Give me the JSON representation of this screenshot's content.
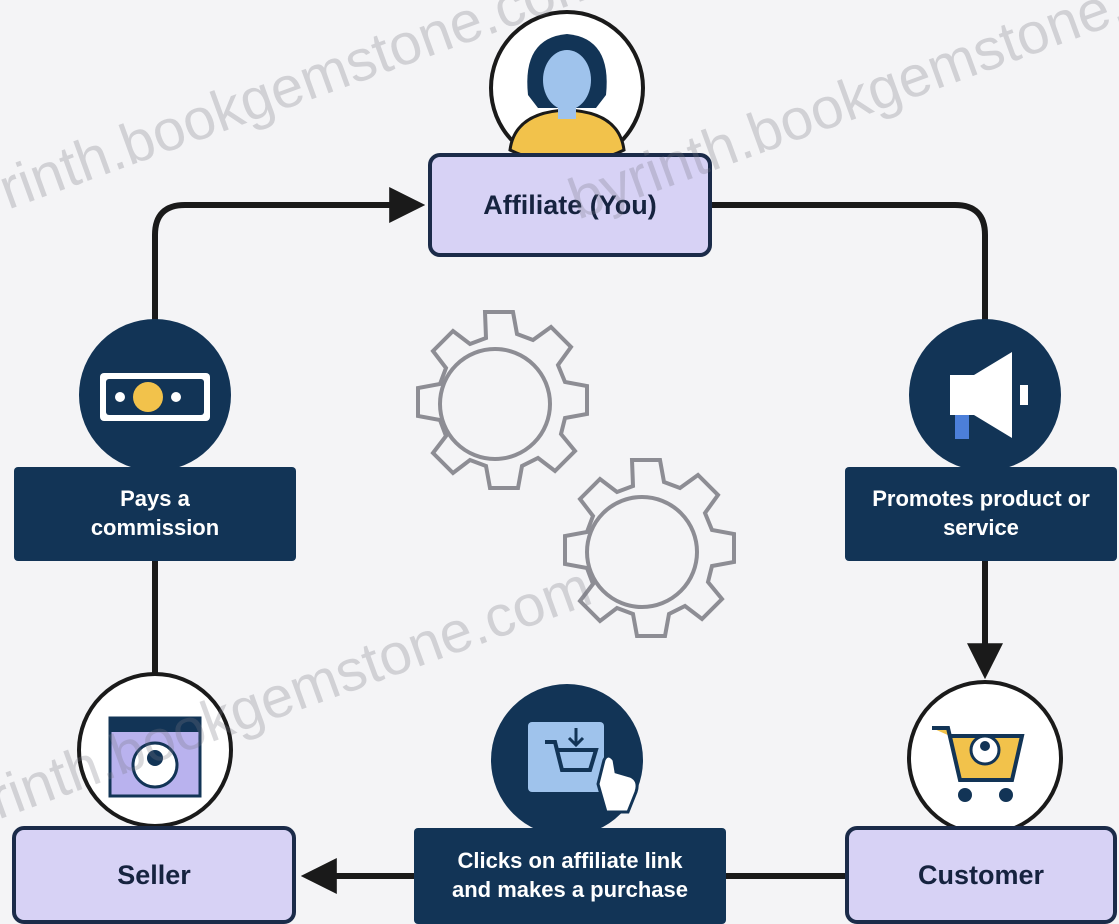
{
  "nodes": {
    "affiliate": "Affiliate (You)",
    "seller": "Seller",
    "customer": "Customer"
  },
  "steps": {
    "pays_commission": "Pays a commission",
    "promotes": "Promotes product or service",
    "clicks": "Clicks on affiliate link and makes a purchase"
  },
  "watermark": {
    "text_1": "rinth.bookgemstone.com",
    "text_2": "byrinth.bookgemstone.com",
    "text_3": "rinth.bookgemstone.com"
  },
  "colors": {
    "navy": "#123456",
    "outline": "#1b2b49",
    "lavender": "#d7d2f5",
    "gold": "#f2c24b",
    "background": "#f4f4f6"
  },
  "icons": {
    "affiliate": "person-avatar-icon",
    "pays_commission": "money-bill-icon",
    "promotes": "megaphone-icon",
    "seller": "storefront-icon",
    "clicks": "shopping-cart-click-icon",
    "customer": "shopping-cart-user-icon",
    "center": "gears-icon"
  }
}
